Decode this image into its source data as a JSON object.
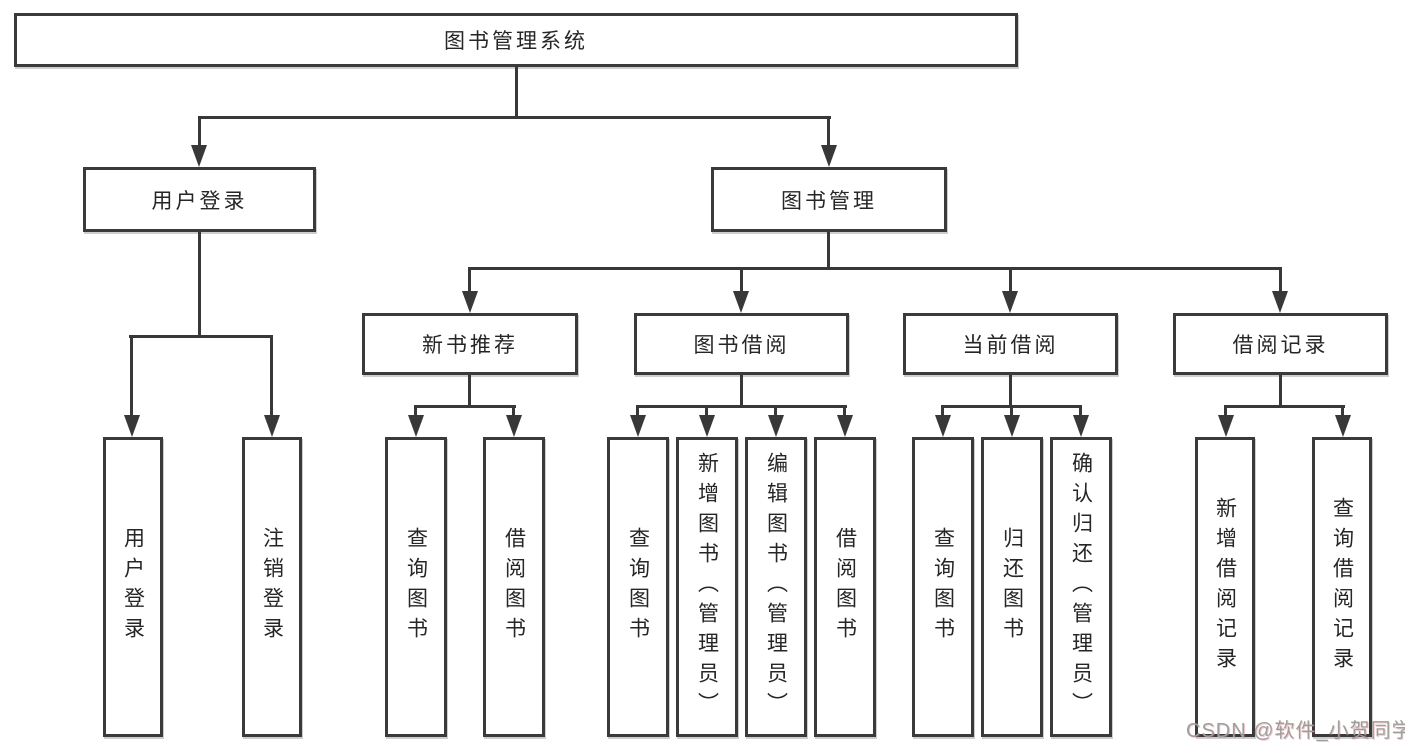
{
  "nodes": {
    "root": "图书管理系统",
    "user_login": "用户登录",
    "book_management": "图书管理",
    "new_book_recommend": "新书推荐",
    "book_borrow": "图书借阅",
    "current_borrow": "当前借阅",
    "borrow_record": "借阅记录",
    "leaf_user_login": "用户登录",
    "leaf_logout": "注销登录",
    "leaf_nb_query_book": "查询图书",
    "leaf_nb_borrow_book": "借阅图书",
    "leaf_bb_query_book": "查询图书",
    "leaf_bb_add_book_admin": "新增图书（管理员）",
    "leaf_bb_edit_book_admin": "编辑图书（管理员）",
    "leaf_bb_borrow_book": "借阅图书",
    "leaf_cb_query_book": "查询图书",
    "leaf_cb_return_book": "归还图书",
    "leaf_cb_confirm_return_admin": "确认归还（管理员）",
    "leaf_br_add_record": "新增借阅记录",
    "leaf_br_query_record": "查询借阅记录"
  },
  "watermark": {
    "text": "CSDN @软件_小贺同学",
    "color": "#9e9e9e"
  },
  "colors": {
    "line": "#383838",
    "box_border": "#3a3a3a",
    "text": "#262626",
    "background": "#ffffff"
  }
}
